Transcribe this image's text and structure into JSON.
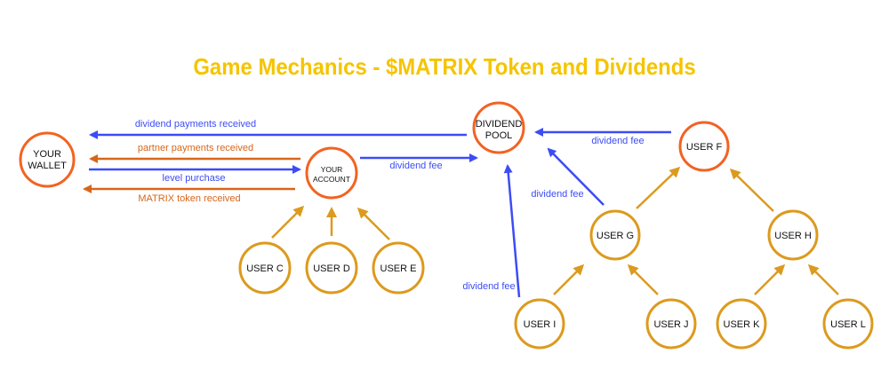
{
  "title": "Game Mechanics - $MATRIX Token and Dividends",
  "colors": {
    "title": "#f5c400",
    "blue": "#3d4cf5",
    "dark_orange": "#d8661a",
    "node_orange": "#f26322",
    "node_gold": "#dc9a1e",
    "text": "#111111"
  },
  "nodes": {
    "wallet": {
      "lines": [
        "YOUR",
        "WALLET"
      ]
    },
    "account": {
      "lines": [
        "YOUR",
        "ACCOUNT"
      ]
    },
    "pool": {
      "lines": [
        "DIVIDEND",
        "POOL"
      ]
    },
    "user_f": {
      "lines": [
        "USER F"
      ]
    },
    "user_c": {
      "lines": [
        "USER C"
      ]
    },
    "user_d": {
      "lines": [
        "USER D"
      ]
    },
    "user_e": {
      "lines": [
        "USER E"
      ]
    },
    "user_g": {
      "lines": [
        "USER G"
      ]
    },
    "user_h": {
      "lines": [
        "USER H"
      ]
    },
    "user_i": {
      "lines": [
        "USER I"
      ]
    },
    "user_j": {
      "lines": [
        "USER J"
      ]
    },
    "user_k": {
      "lines": [
        "USER K"
      ]
    },
    "user_l": {
      "lines": [
        "USER L"
      ]
    }
  },
  "edges": {
    "dividend_payments": "dividend payments received",
    "partner_payments": "partner payments received",
    "level_purchase": "level purchase",
    "matrix_token": "MATRIX token received",
    "account_fee": "dividend fee",
    "user_f_fee": "dividend fee",
    "user_g_fee": "dividend fee",
    "user_i_fee": "dividend fee"
  }
}
